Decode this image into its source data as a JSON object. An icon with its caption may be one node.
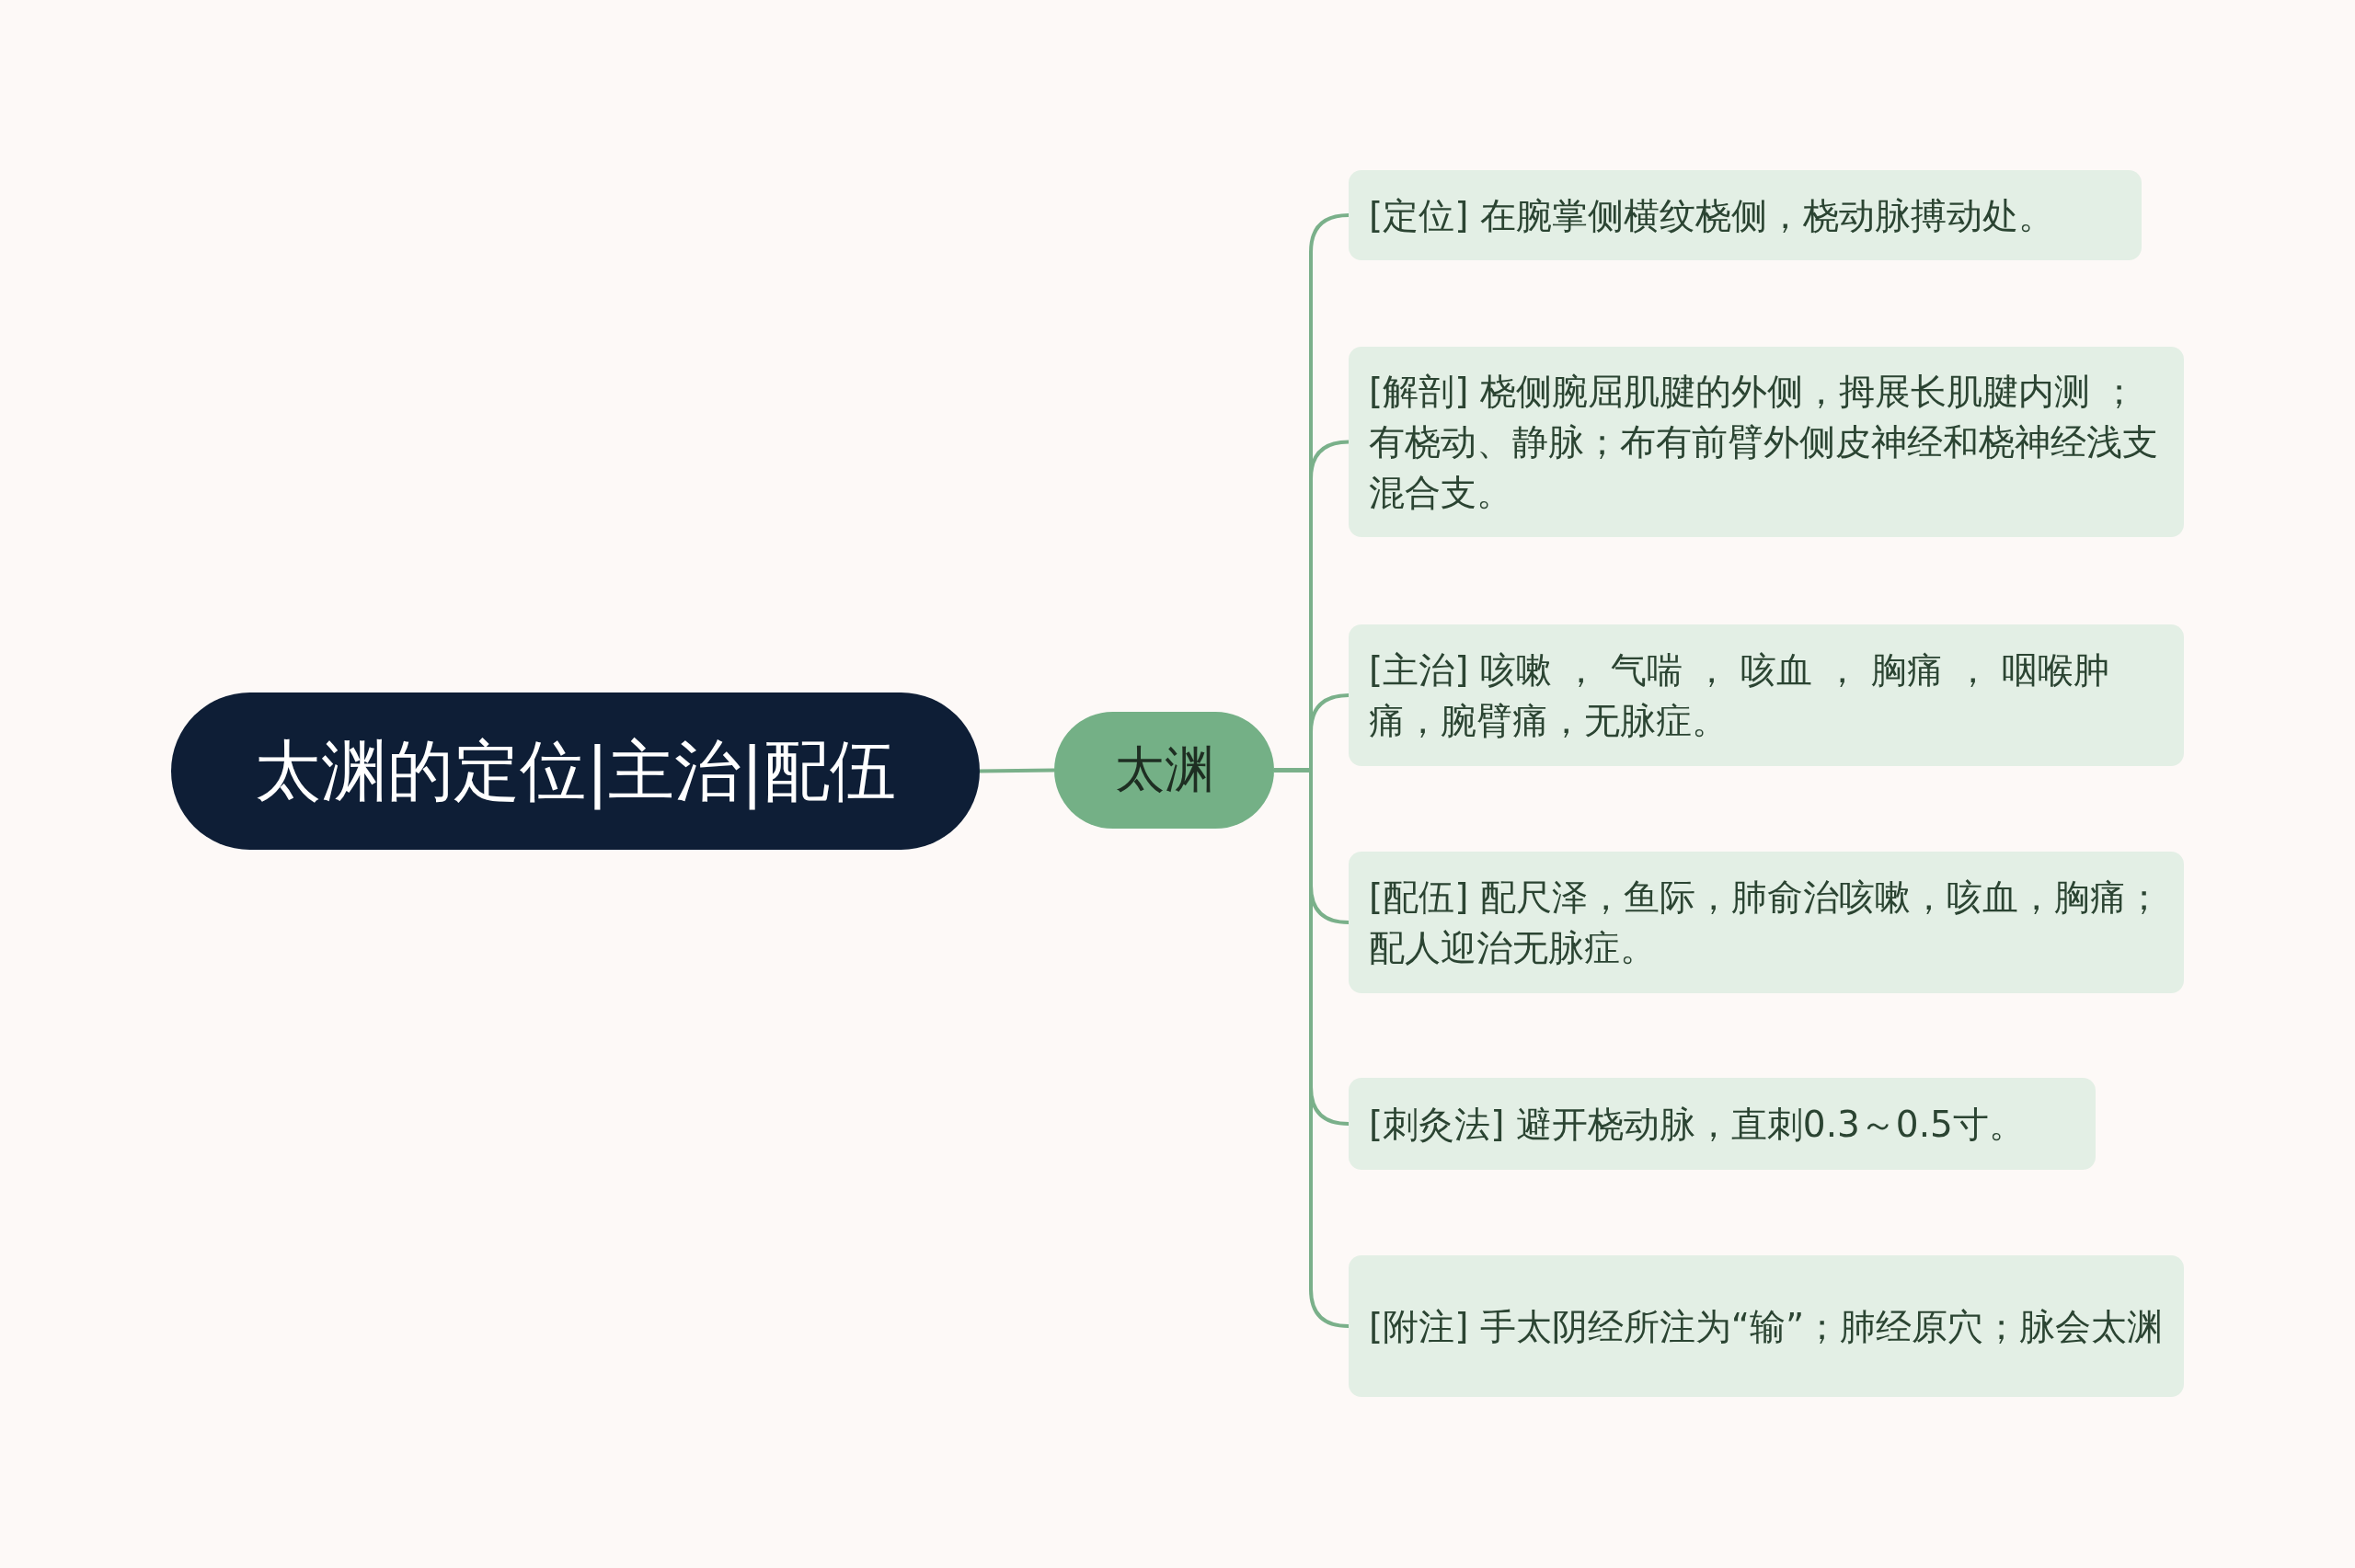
{
  "diagram": {
    "nodes": [
      {
        "text": [
          "太渊的定位|主治|配伍"
        ]
      },
      {
        "text": [
          "太渊"
        ]
      },
      {
        "text": [
          "[定位] 在腕掌侧横纹桡侧，桡动脉搏动处。"
        ]
      },
      {
        "text": [
          "[解剖] 桡侧腕屈肌腱的外侧，拇展长肌腱内测 ；有桡动、静脉；布有前臂外侧皮神经和桡神经浅支混合支。"
        ]
      },
      {
        "text": [
          "[主治] 咳嗽 ， 气喘 ， 咳血 ， 胸痛 ， 咽喉肿痛，腕臂痛，无脉症。"
        ]
      },
      {
        "text": [
          "[配伍] 配尺泽，鱼际，肺俞治咳嗽，咳血，胸痛；配人迎治无脉症。"
        ]
      },
      {
        "text": [
          "[刺灸法] 避开桡动脉，直刺0.3～0.5寸。"
        ]
      },
      {
        "text": [
          "[附注] 手太阴经所注为“输”；肺经原穴；脉会太渊"
        ]
      }
    ],
    "edges": [
      {
        "from": 0,
        "to": 1,
        "arrow": "none"
      },
      {
        "from": 1,
        "to": 2,
        "arrow": "none"
      },
      {
        "from": 1,
        "to": 3,
        "arrow": "none"
      },
      {
        "from": 1,
        "to": 4,
        "arrow": "none"
      },
      {
        "from": 1,
        "to": 5,
        "arrow": "none"
      },
      {
        "from": 1,
        "to": 6,
        "arrow": "none"
      },
      {
        "from": 1,
        "to": 7,
        "arrow": "none"
      }
    ]
  }
}
